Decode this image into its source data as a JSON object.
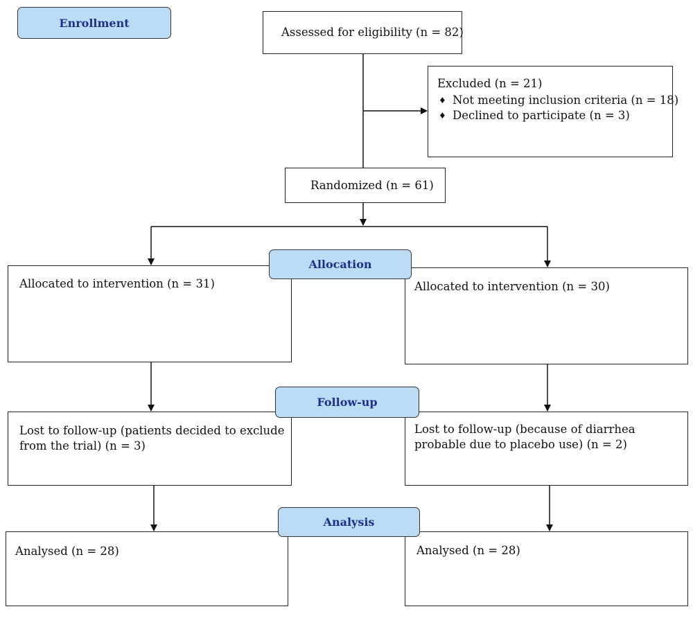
{
  "stages": {
    "enrollment": "Enrollment",
    "allocation": "Allocation",
    "followup": "Follow-up",
    "analysis": "Analysis"
  },
  "assessed": "Assessed for eligibility (n = 82)",
  "excluded": {
    "title": "Excluded (n = 21)",
    "items": [
      "Not meeting inclusion criteria (n = 18)",
      "Declined to participate (n = 3)"
    ]
  },
  "randomized": "Randomized (n = 61)",
  "left_arm": {
    "allocated": "Allocated to intervention (n = 31)",
    "lost_line1": "Lost to follow-up (patients decided to exclude",
    "lost_line2": "from the trial) (n = 3)",
    "analysed": "Analysed (n = 28)"
  },
  "right_arm": {
    "allocated": "Allocated to intervention (n = 30)",
    "lost_line1": "Lost to follow-up (because of diarrhea",
    "lost_line2": "probable due to placebo use) (n = 2)",
    "analysed": "Analysed (n = 28)"
  }
}
